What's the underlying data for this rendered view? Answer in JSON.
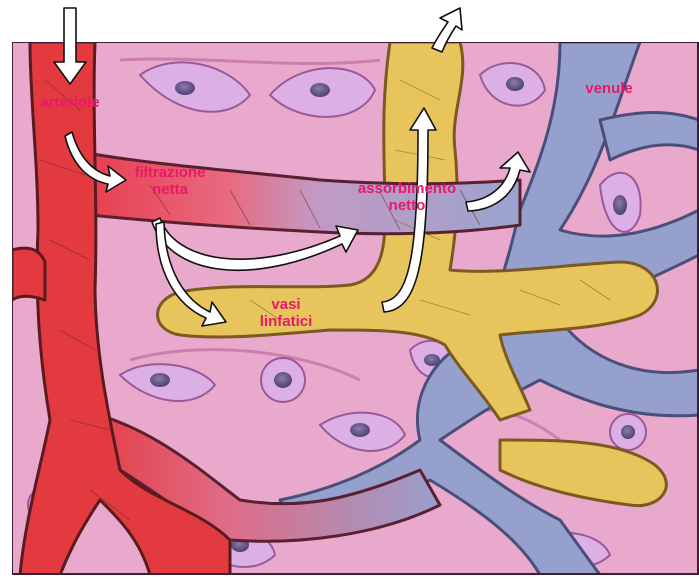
{
  "labels": {
    "arteriole": "arteriole",
    "filtrazione_line1": "filtrazione",
    "filtrazione_line2": "netta",
    "assorbimento_line1": "assorbimento",
    "assorbimento_line2": "netto",
    "vasi_line1": "vasi",
    "vasi_line2": "linfatici",
    "venule": "venule"
  },
  "colors": {
    "label_text": "#e8196a",
    "arteriole_vessel": "#e23a3a",
    "venule_vessel": "#8e96c4",
    "lymphatic_vessel": "#e4c25a",
    "tissue": "#e8a8cc",
    "tissue_edge": "#c26a9a",
    "cell": "#dcaee4",
    "nucleus": "#6b5a8e",
    "arrow_fill": "#ffffff",
    "arrow_stroke": "#111111"
  }
}
